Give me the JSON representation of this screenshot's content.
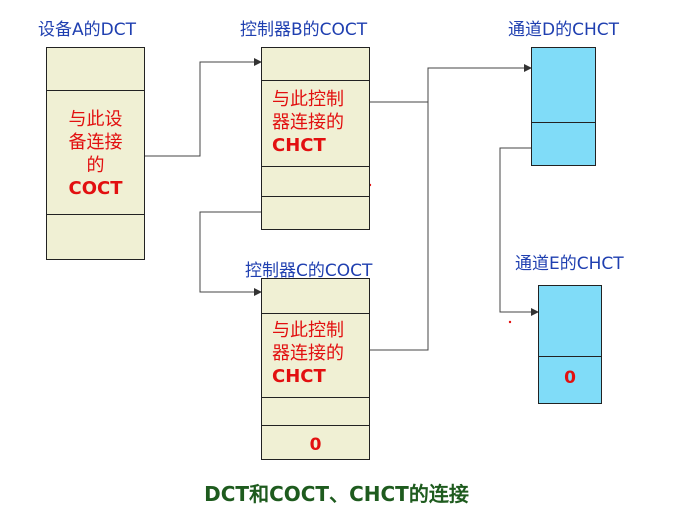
{
  "labels": {
    "dct_a": "设备A的DCT",
    "coct_b": "控制器B的COCT",
    "coct_c": "控制器C的COCT",
    "chct_d": "通道D的CHCT",
    "chct_e": "通道E的CHCT"
  },
  "box_a": {
    "lines": [
      "与此设",
      "备连接",
      "的",
      "COCT"
    ]
  },
  "box_b": {
    "lines": [
      "与此控制",
      "器连接的",
      "CHCT"
    ]
  },
  "box_c": {
    "lines": [
      "与此控制",
      "器连接的",
      "CHCT"
    ],
    "end_value": "0"
  },
  "box_e": {
    "end_value": "0"
  },
  "caption": "DCT和COCT、CHCT的连接",
  "colors": {
    "table_fill": "#f0f0d4",
    "channel_fill": "#80dcf8",
    "label_blue": "#1f3fb0",
    "text_red": "#e21010",
    "caption_green": "#1e5b1e"
  }
}
